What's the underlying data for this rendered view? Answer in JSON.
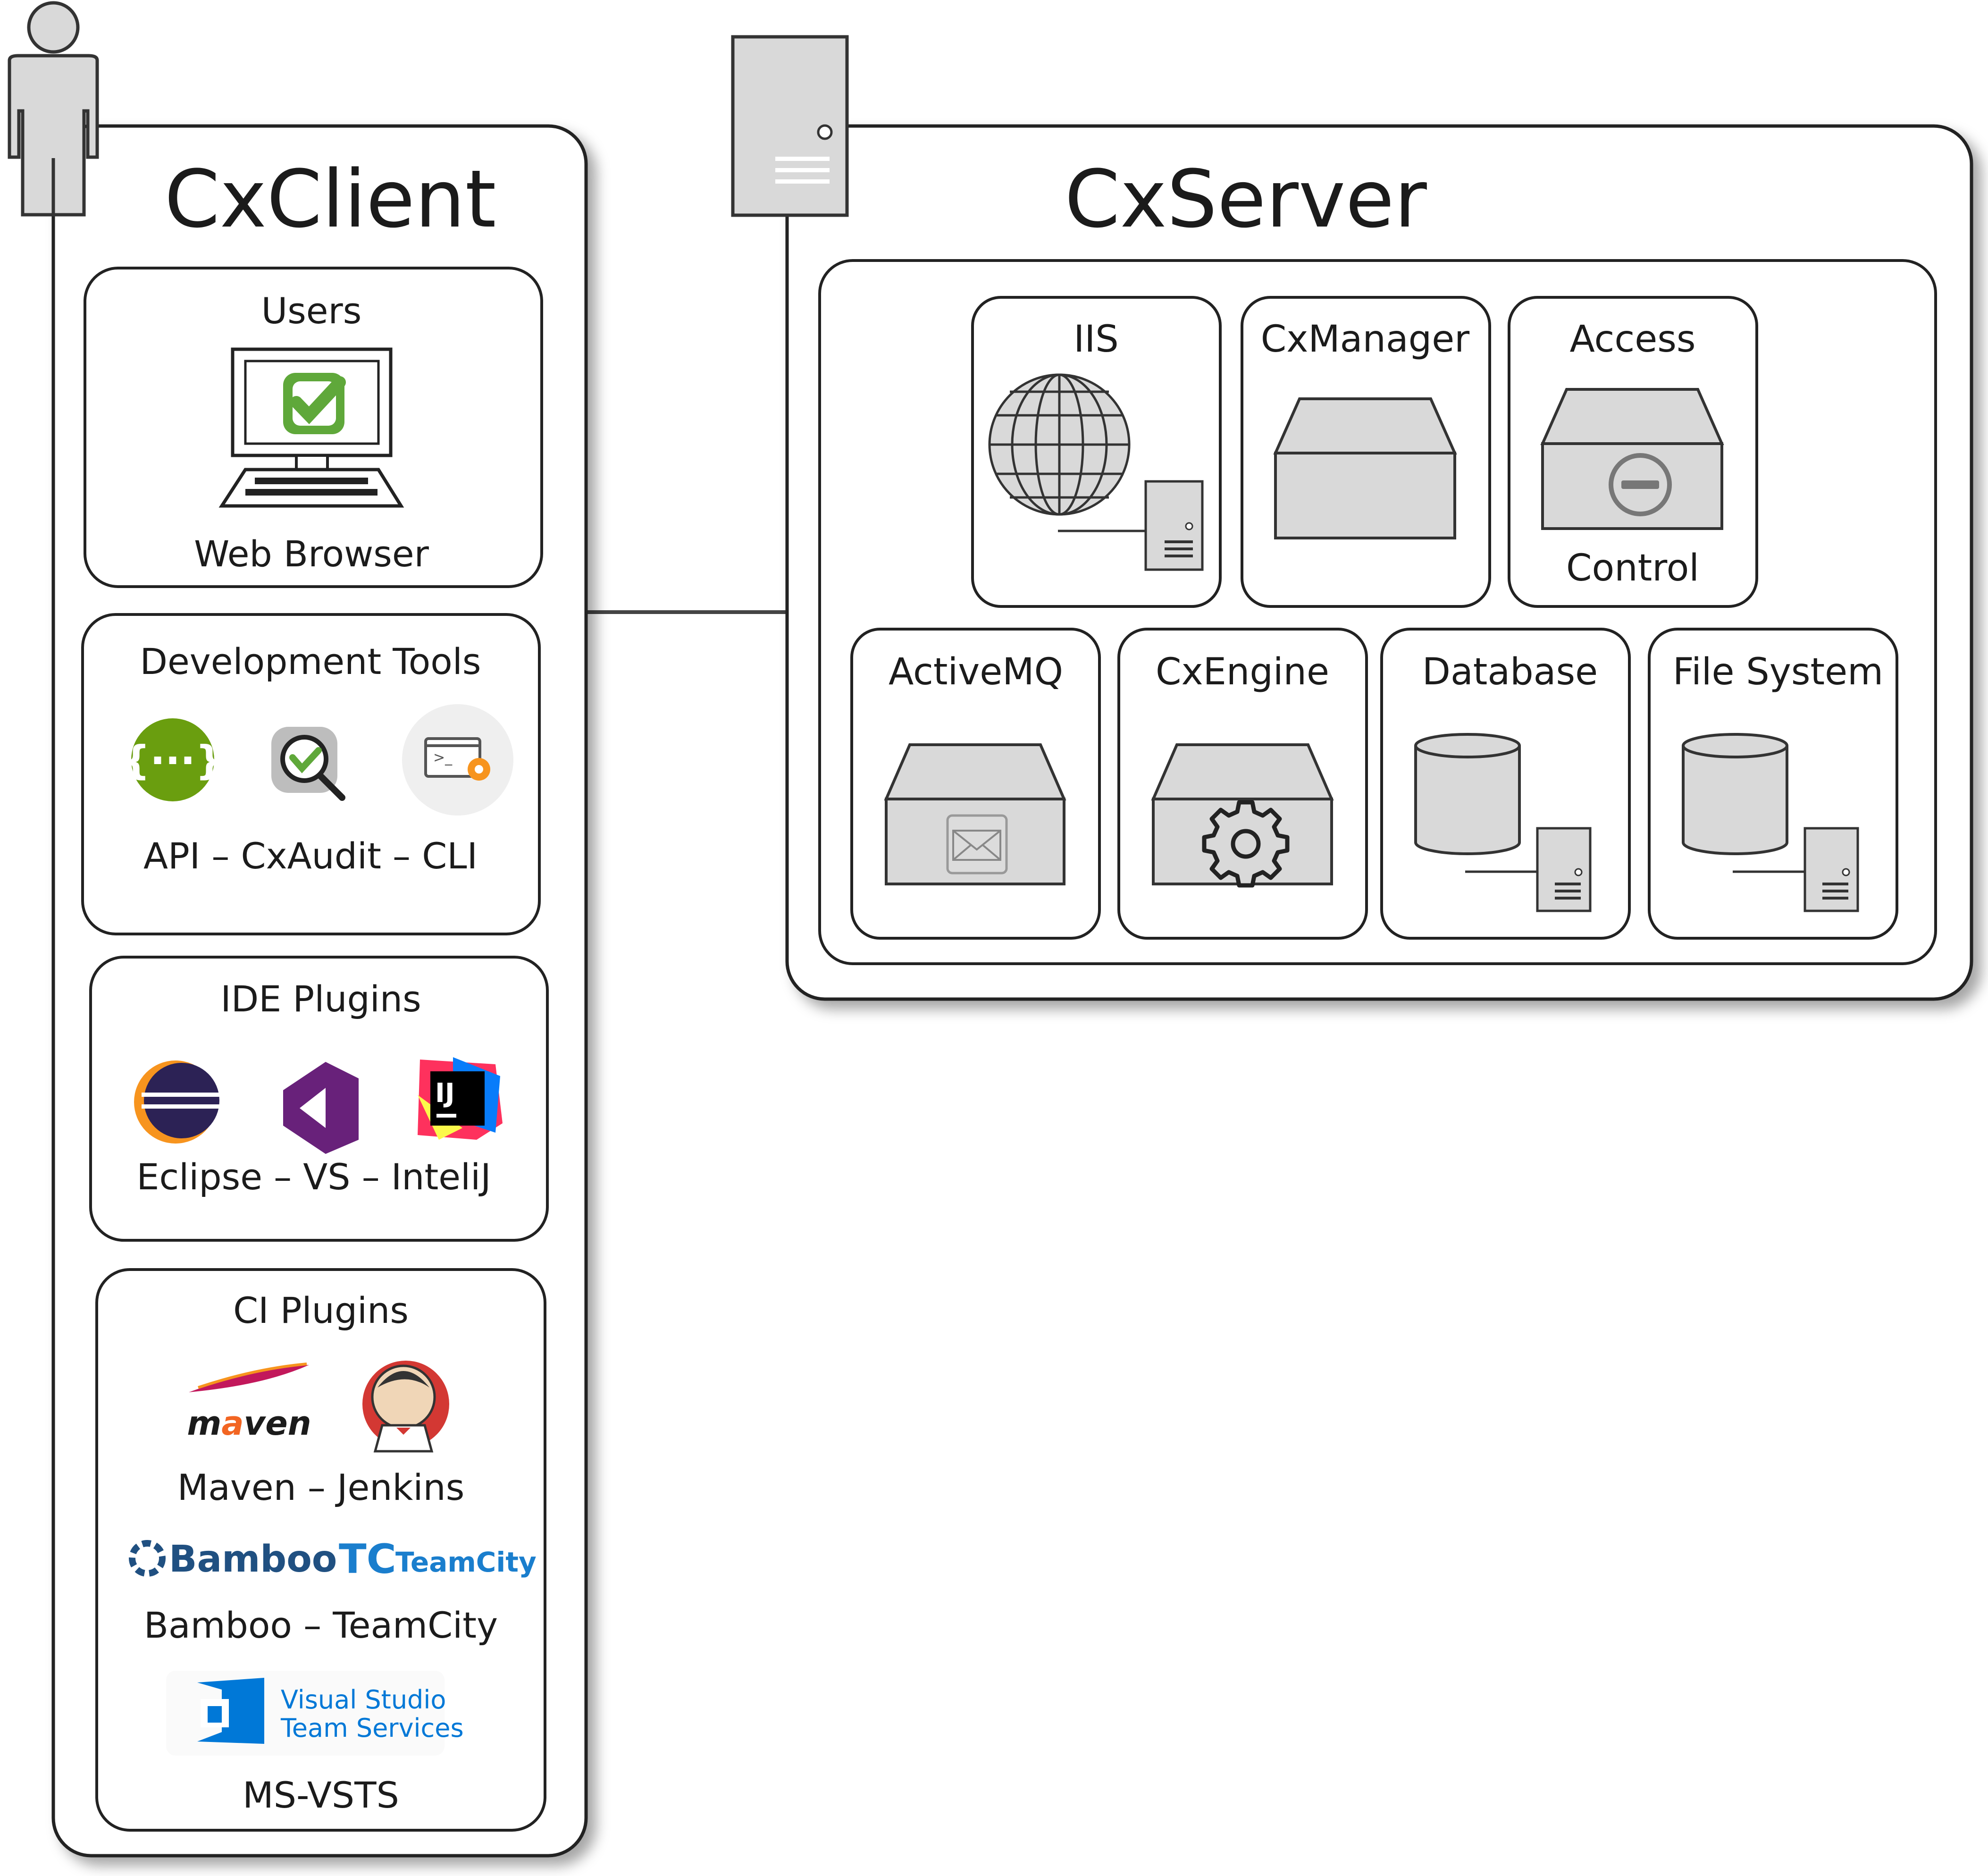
{
  "client": {
    "title": "CxClient",
    "users": {
      "title": "Users",
      "caption": "Web Browser"
    },
    "dev_tools": {
      "title": "Development Tools",
      "caption": "API  –  CxAudit  –  CLI"
    },
    "ide_plugins": {
      "title": "IDE Plugins",
      "caption": "Eclipse  –  VS  –  InteliJ",
      "intellij_logo": "IJ"
    },
    "ci_plugins": {
      "title": "CI Plugins",
      "row1_caption": "Maven  –  Jenkins",
      "row2_caption": "Bamboo  –  TeamCity",
      "row3_caption": "MS-VSTS",
      "maven_logo": "maven",
      "bamboo_logo": "Bamboo",
      "teamcity_logo_mark": "TC",
      "teamcity_logo": "TeamCity",
      "vsts_logo_line1": "Visual Studio",
      "vsts_logo_line2": "Team Services"
    }
  },
  "server": {
    "title": "CxServer",
    "components": {
      "iis": "IIS",
      "cxmanager": "CxManager",
      "access_control_top": "Access",
      "access_control_bottom": "Control",
      "activemq": "ActiveMQ",
      "cxengine": "CxEngine",
      "database": "Database",
      "file_system": "File System"
    }
  },
  "icons": [
    "person-icon",
    "server-tower-icon",
    "computer-icon",
    "checkmark-icon",
    "api-icon",
    "cxaudit-icon",
    "cli-icon",
    "eclipse-icon",
    "visual-studio-icon",
    "intellij-icon",
    "maven-feather-icon",
    "jenkins-icon",
    "bamboo-icon",
    "teamcity-icon",
    "vsts-icon",
    "globe-icon",
    "server-box-icon",
    "no-entry-icon",
    "envelope-icon",
    "gear-icon",
    "database-cylinder-icon"
  ],
  "colors": {
    "checkmark_green": "#5FA83A",
    "api_green": "#6A9E0F",
    "eclipse_navy": "#2C2255",
    "eclipse_orange": "#F7941E",
    "vs_purple": "#68217A",
    "maven_orange": "#F26522",
    "teamcity_blue": "#1A7ECD",
    "vsts_blue": "#0078D7",
    "box_gray": "#D9D9D9"
  }
}
